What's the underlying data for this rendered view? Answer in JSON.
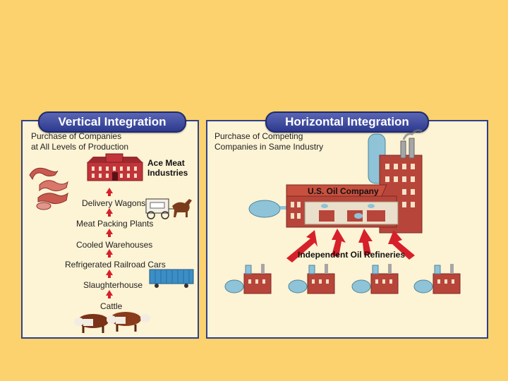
{
  "vertical": {
    "title": "Vertical Integration",
    "subtitle_line1": "Purchase of Companies",
    "subtitle_line2": "at All Levels of Production",
    "company_line1": "Ace Meat",
    "company_line2": "Industries",
    "steps": [
      "Delivery Wagons",
      "Meat Packing Plants",
      "Cooled Warehouses",
      "Refrigerated Railroad Cars",
      "Slaughterhouse",
      "Cattle"
    ]
  },
  "horizontal": {
    "title": "Horizontal Integration",
    "subtitle_line1": "Purchase of Competing",
    "subtitle_line2": "Companies in Same Industry",
    "company": "U.S. Oil Company",
    "refineries_label": "Independent Oil Refineries"
  },
  "colors": {
    "background": "#fbd26e",
    "panel": "#fdf3d5",
    "banner": "#2d3a8e",
    "arrow": "#d6202a",
    "brick": "#b8453a"
  }
}
